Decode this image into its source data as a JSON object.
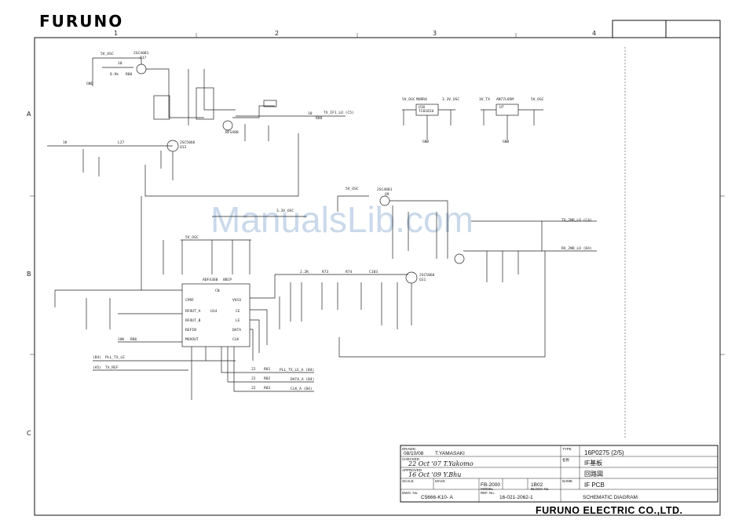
{
  "brand": "FURUNO",
  "company": "FURUNO ELECTRIC CO.,LTD.",
  "watermark": "ManualsLib.com",
  "frame": {
    "columns": [
      "1",
      "2",
      "3",
      "4"
    ],
    "rows": [
      "A",
      "B",
      "C"
    ]
  },
  "parts": {
    "osc1": {
      "supply": "5V_OSC",
      "transistor": "2SC4081",
      "ref": "Q17",
      "bias": "10",
      "res": "8.9k",
      "rref": "R80"
    },
    "osc1_tr": {
      "type": "2SC5066",
      "ref": "Q12"
    },
    "osc1_mixer": {
      "ref": "BFS480"
    },
    "osc1_out": {
      "net": "TX_IF1_LO (C5)",
      "res": "R88",
      "val": "10"
    },
    "reg1": {
      "in": "5V_OSC",
      "part": "MURRA",
      "ref": "U16",
      "type": "TC01B1U",
      "out": "3.3V_OSC"
    },
    "reg2": {
      "in": "3V_TX",
      "part": "AN77L05M",
      "ref": "U7",
      "out": "5V_OSC"
    },
    "osc2": {
      "supply": "5V_OSC",
      "transistor": "2SC4081",
      "ref": "Q9",
      "net3": "3.3V_OSC"
    },
    "osc2_tr": {
      "type": "2SC5066",
      "ref": "Q11"
    },
    "osc2_out1": {
      "net": "TX_2ND_LO (C4)"
    },
    "osc2_out2": {
      "net": "RX_2ND_LO (B4)"
    },
    "pll": {
      "type": "ADF4360",
      "suffix": "8BCP",
      "ref": "U14",
      "supply": "5V_OSC"
    },
    "pll_pins": {
      "cp": "CPRF",
      "ref": "REFIN",
      "ce": "CE",
      "le": "LE",
      "data": "DATA",
      "clk": "CLK",
      "muxout": "MUXOUT",
      "vvco": "VVCO",
      "rfa": "RFOUT_A",
      "rfb": "RFOUT_B",
      "cn": "CN"
    },
    "ref_in": {
      "net": "TX_REF",
      "src": "(A5)"
    },
    "lock": {
      "net": "PLL_TX_LE",
      "src": "(B4)"
    },
    "ctl1": {
      "net": "PLL_TX_LE_A (B4)",
      "res": "R81",
      "val": "22"
    },
    "ctl2": {
      "net": "DATA_A (B4)",
      "res": "R82",
      "val": "22"
    },
    "ctl3": {
      "net": "CLK_A (B4)",
      "res": "R83",
      "val": "22"
    }
  },
  "title_block": {
    "drawn_label": "DRAWN",
    "drawn_date": "08/10/08",
    "drawn_by": "T.YAMASAKI",
    "checked_label": "CHECKED",
    "checked_sig": "22 Oct '07 T.Yakomo",
    "approved_label": "APPROVED",
    "approved_sig": "16 Oct '09 Y.Bhu",
    "scale_label": "SCALE",
    "mass_label": "MASS",
    "dwg_label": "DWG. No.",
    "dwg_no": "C5666-K10- A",
    "type_label": "TYPE",
    "type_value": "16P0275 (2/5)",
    "name_label_jp": "名称",
    "name_jp": "IF基板",
    "schem_jp": "回路図",
    "name_label": "NAME",
    "name_value": "IF PCB",
    "model_label": "MODEL",
    "model_value": "FB-2000",
    "block_label": "BLOCK No.",
    "block_value": "1B02",
    "ref_label": "REF. No.",
    "ref_value": "16-021-2062-1",
    "diagram_type": "SCHEMATIC DIAGRAM"
  }
}
